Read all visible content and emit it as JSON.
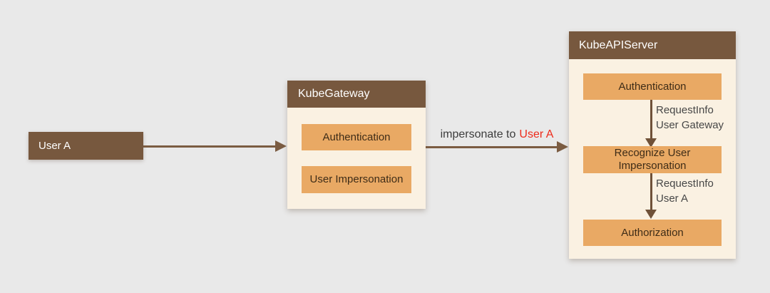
{
  "colors": {
    "background": "#E9E9E9",
    "brown_fill": "#77583E",
    "arrow_brown": "#7B5C42",
    "panel_body_cream": "#FAF1E2",
    "step_tan": "#E9A964",
    "red_accent": "#EE2B1B",
    "dark_label_text": "#3C3C3C",
    "step_text": "#3E2C17",
    "header_text": "#FFFFFF"
  },
  "nodes": {
    "user_a": {
      "label": "User A"
    },
    "gateway": {
      "title": "KubeGateway",
      "steps": [
        {
          "label": "Authentication"
        },
        {
          "label": "User Impersonation"
        }
      ]
    },
    "apiserver": {
      "title": "KubeAPIServer",
      "steps": [
        {
          "label": "Authentication"
        },
        {
          "label": "Recognize User Impersonation"
        },
        {
          "label": "Authorization"
        }
      ]
    }
  },
  "edges": {
    "gateway_to_apiserver": {
      "text": "impersonate to",
      "user": "User A"
    },
    "auth_to_recognize": {
      "info": "RequestInfo",
      "user": "User Gateway"
    },
    "recognize_to_authorization": {
      "info": "RequestInfo",
      "user": "User A"
    }
  }
}
